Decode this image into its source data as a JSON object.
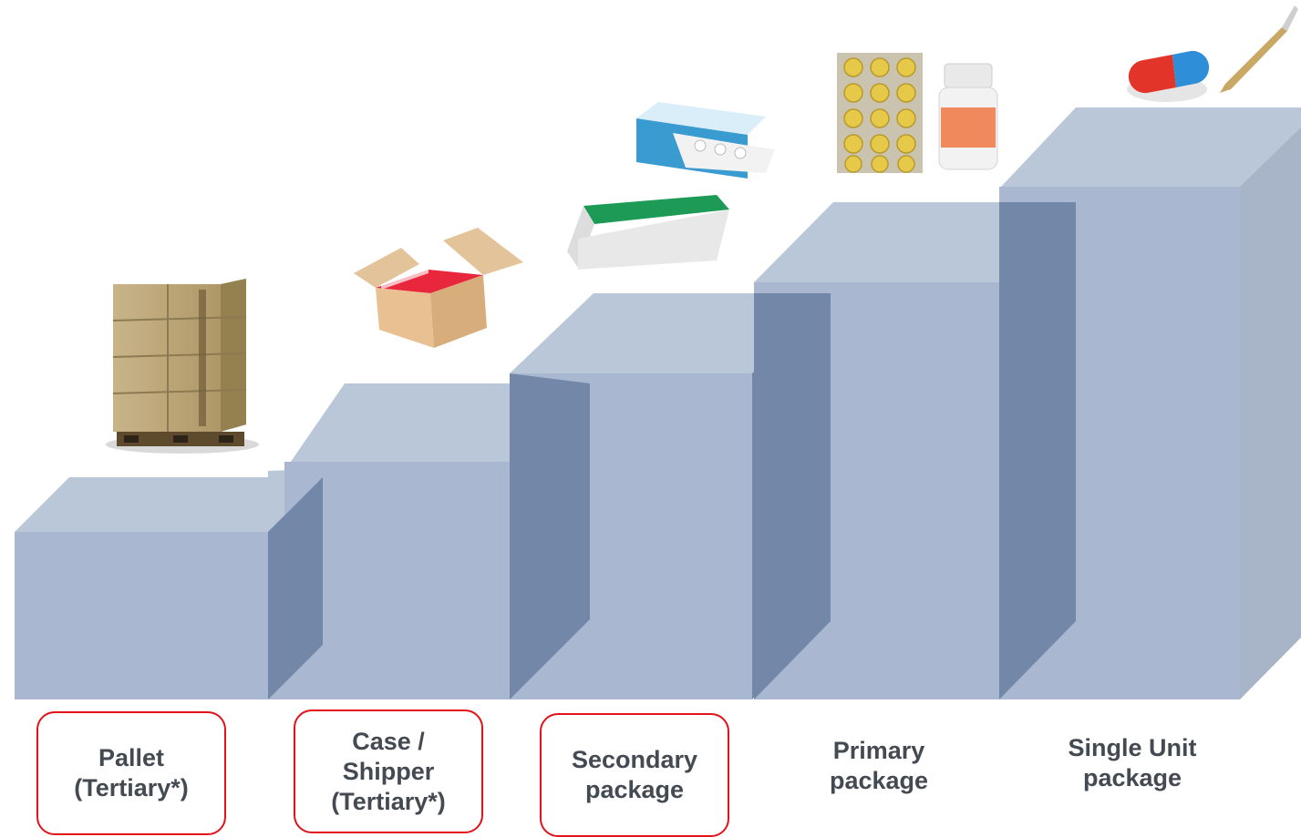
{
  "levels": [
    {
      "label": "Pallet\n(Tertiary*)",
      "highlighted": true,
      "icon": "pallet-of-boxes-icon"
    },
    {
      "label": "Case /\nShipper\n(Tertiary*)",
      "highlighted": true,
      "icon": "open-shipping-carton-icon"
    },
    {
      "label": "Secondary\npackage",
      "highlighted": true,
      "icon": "medicine-cartons-icon"
    },
    {
      "label": "Primary\npackage",
      "highlighted": false,
      "icon": "blister-pack-and-bottle-icon"
    },
    {
      "label": "Single Unit\npackage",
      "highlighted": false,
      "icon": "capsule-and-scalpel-icon"
    }
  ],
  "colors": {
    "block_front": "#a9b7d0",
    "block_top": "#bac7d9",
    "block_side": "#7388a9",
    "highlight_outline": "#e2111a",
    "label_text": "#444a52"
  }
}
